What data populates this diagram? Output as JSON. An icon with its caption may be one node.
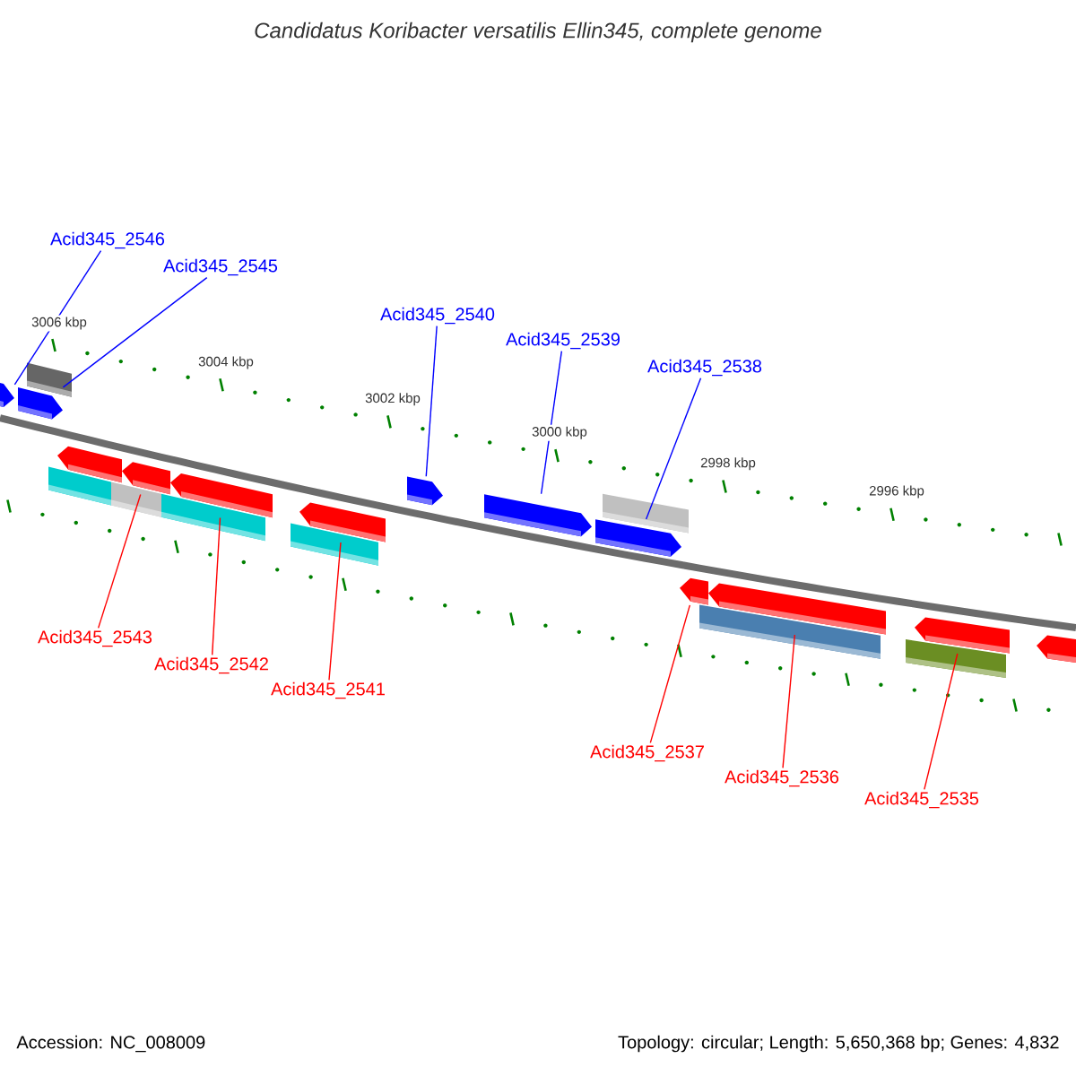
{
  "diagram": {
    "title": "Candidatus Koribacter versatilis Ellin345, complete genome",
    "nodes": [
      {
        "text": [
          "Acid345_2546"
        ]
      },
      {
        "text": [
          "Acid345_2545"
        ]
      },
      {
        "text": [
          "Acid345_2540"
        ]
      },
      {
        "text": [
          "Acid345_2539"
        ]
      },
      {
        "text": [
          "Acid345_2538"
        ]
      },
      {
        "text": [
          "Acid345_2543"
        ]
      },
      {
        "text": [
          "Acid345_2542"
        ]
      },
      {
        "text": [
          "Acid345_2541"
        ]
      },
      {
        "text": [
          "Acid345_2537"
        ]
      },
      {
        "text": [
          "Acid345_2536"
        ]
      },
      {
        "text": [
          "Acid345_2535"
        ]
      },
      {
        "text": [],
        "shape": "arrow"
      },
      {
        "text": [],
        "shape": "arrow"
      },
      {
        "text": [],
        "shape": "bar"
      },
      {
        "text": [],
        "shape": "bar"
      },
      {
        "text": [],
        "shape": "arrow"
      },
      {
        "text": [],
        "shape": "bar"
      },
      {
        "text": [],
        "shape": "arrow"
      },
      {
        "text": [],
        "shape": "bar"
      },
      {
        "text": [],
        "shape": "arrow"
      },
      {
        "text": [],
        "shape": "bar"
      },
      {
        "text": [],
        "shape": "arrow"
      },
      {
        "text": [],
        "shape": "arrow"
      },
      {
        "text": [],
        "shape": "arrow"
      },
      {
        "text": [],
        "shape": "arrow"
      },
      {
        "text": [],
        "shape": "bar"
      },
      {
        "text": [],
        "shape": "arrow"
      },
      {
        "text": [],
        "shape": "bar"
      },
      {
        "text": [],
        "shape": "arrow"
      },
      {
        "text": [],
        "shape": "bar"
      },
      {
        "text": [],
        "shape": "arrow"
      },
      {
        "text": [],
        "shape": "arrow"
      }
    ],
    "edges": [
      {
        "from": 0,
        "to": 11,
        "arrow": "none",
        "color": "#0000ff"
      },
      {
        "from": 1,
        "to": 12,
        "arrow": "none",
        "color": "#0000ff"
      },
      {
        "from": 2,
        "to": 22,
        "arrow": "none",
        "color": "#0000ff"
      },
      {
        "from": 3,
        "to": 23,
        "arrow": "none",
        "color": "#0000ff"
      },
      {
        "from": 4,
        "to": 24,
        "arrow": "none",
        "color": "#0000ff"
      },
      {
        "from": 5,
        "to": 17,
        "arrow": "none",
        "color": "#ff0000"
      },
      {
        "from": 6,
        "to": 19,
        "arrow": "none",
        "color": "#ff0000"
      },
      {
        "from": 7,
        "to": 21,
        "arrow": "none",
        "color": "#ff0000"
      },
      {
        "from": 8,
        "to": 26,
        "arrow": "none",
        "color": "#ff0000"
      },
      {
        "from": 9,
        "to": 28,
        "arrow": "none",
        "color": "#ff0000"
      },
      {
        "from": 10,
        "to": 30,
        "arrow": "none",
        "color": "#ff0000"
      }
    ],
    "labels": [
      "3006 kbp",
      "3004 kbp",
      "3002 kbp",
      "3000 kbp",
      "2998 kbp",
      "2996 kbp",
      "Accession: NC_008009",
      "Topology: circular; Length: 5,650,368 bp; Genes: 4,832"
    ]
  }
}
